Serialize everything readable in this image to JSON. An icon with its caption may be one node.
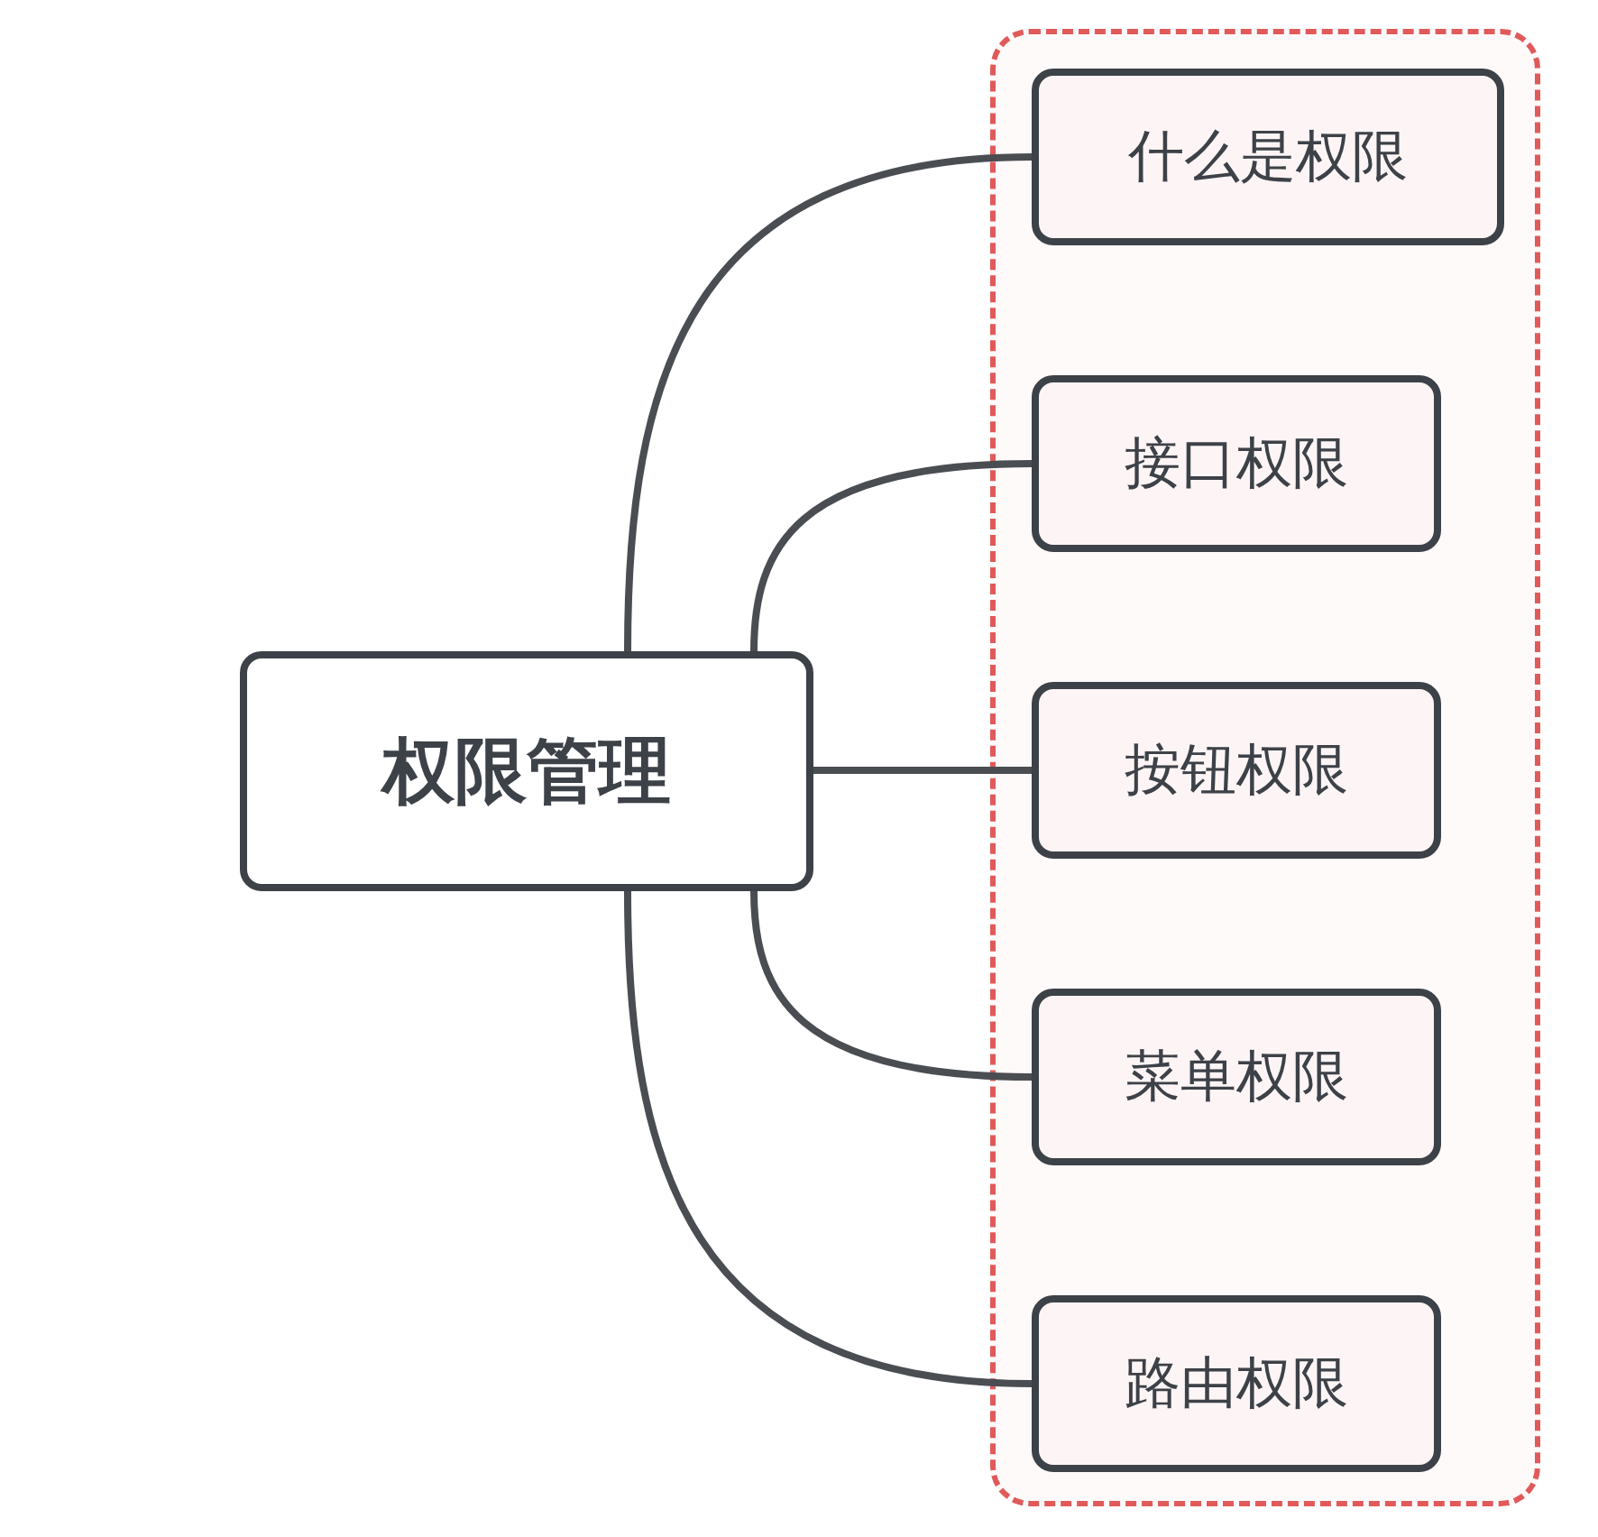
{
  "diagram": {
    "nodes": [
      {
        "text": [
          "权限管理"
        ]
      },
      {
        "text": [],
        "shape": "box"
      },
      {
        "text": [
          "什么是权限"
        ],
        "in": 1
      },
      {
        "text": [
          "接口权限"
        ],
        "in": 1
      },
      {
        "text": [
          "按钮权限"
        ],
        "in": 1
      },
      {
        "text": [
          "菜单权限"
        ],
        "in": 1
      },
      {
        "text": [
          "路由权限"
        ],
        "in": 1
      }
    ],
    "edges": [
      {
        "from": 0,
        "to": 2,
        "arrow": "none"
      },
      {
        "from": 0,
        "to": 3,
        "arrow": "none"
      },
      {
        "from": 0,
        "to": 4,
        "arrow": "none"
      },
      {
        "from": 0,
        "to": 5,
        "arrow": "none"
      },
      {
        "from": 0,
        "to": 6,
        "arrow": "none"
      }
    ]
  }
}
